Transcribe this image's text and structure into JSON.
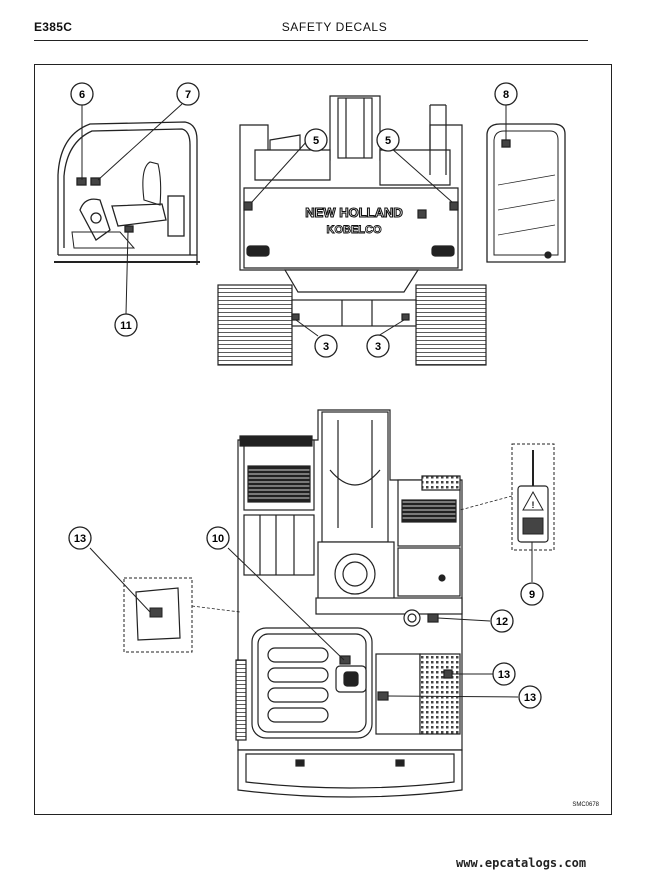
{
  "header": {
    "model": "E385C",
    "title": "SAFETY DECALS"
  },
  "brand": {
    "name": "NEW HOLLAND",
    "sub": "KOBELCO"
  },
  "callouts": [
    "6",
    "7",
    "5",
    "5",
    "8",
    "11",
    "3",
    "3",
    "13",
    "10",
    "9",
    "12",
    "13",
    "13"
  ],
  "drawing_code": "SMC0678",
  "watermark": "www.epcatalogs.com"
}
